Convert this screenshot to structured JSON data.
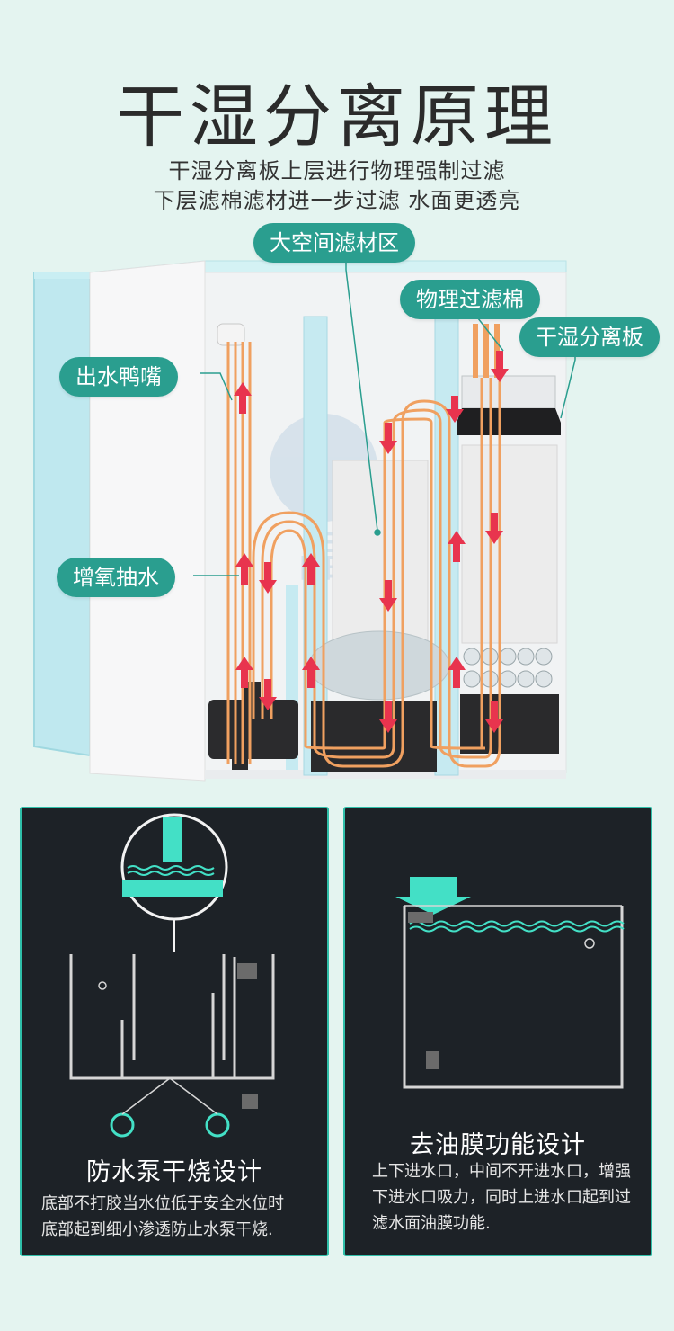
{
  "header": {
    "title": "干湿分离原理",
    "subtitle_line1": "干湿分离板上层进行物理强制过滤",
    "subtitle_line2": "下层滤棉滤材进一步过滤  水面更透亮"
  },
  "labels": {
    "large_media_area": "大空间滤材区",
    "physical_filter_cotton": "物理过滤棉",
    "dry_wet_separator": "干湿分离板",
    "outlet_nozzle": "出水鸭嘴",
    "oxygenation_pump": "增氧抽水"
  },
  "feature_left": {
    "title": "防水泵干烧设计",
    "desc_line1": "底部不打胶当水位低于安全水位时",
    "desc_line2": "底部起到细小渗透防止水泵干烧."
  },
  "feature_right": {
    "title": "去油膜功能设计",
    "desc_line1": "上下进水口，中间不开进水口，增强",
    "desc_line2": "下进水口吸力，同时上进水口起到过",
    "desc_line3": "滤水面油膜功能."
  },
  "colors": {
    "accent_teal": "#2a9e8f",
    "panel_border": "#2fbfa9",
    "flow_arrow": "#e8344e",
    "flow_line": "#f0a060"
  }
}
